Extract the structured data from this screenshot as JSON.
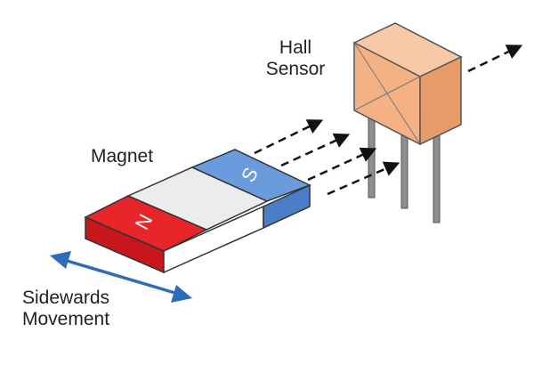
{
  "labels": {
    "hall_line1": "Hall",
    "hall_line2": "Sensor",
    "magnet": "Magnet",
    "movement_line1": "Sidewards",
    "movement_line2": "Movement"
  },
  "poles": {
    "north": "N",
    "south": "S"
  },
  "colors": {
    "north_top": "#e8262a",
    "north_front": "#c8171c",
    "south_top": "#6a9bdc",
    "south_front": "#4a7fc8",
    "middle_top": "#ececec",
    "middle_front": "#ffffff",
    "sensor_front": "#f4b184",
    "sensor_top": "#f8c9a6",
    "sensor_side": "#e79b68",
    "arrow_blue": "#2e6bb8"
  }
}
